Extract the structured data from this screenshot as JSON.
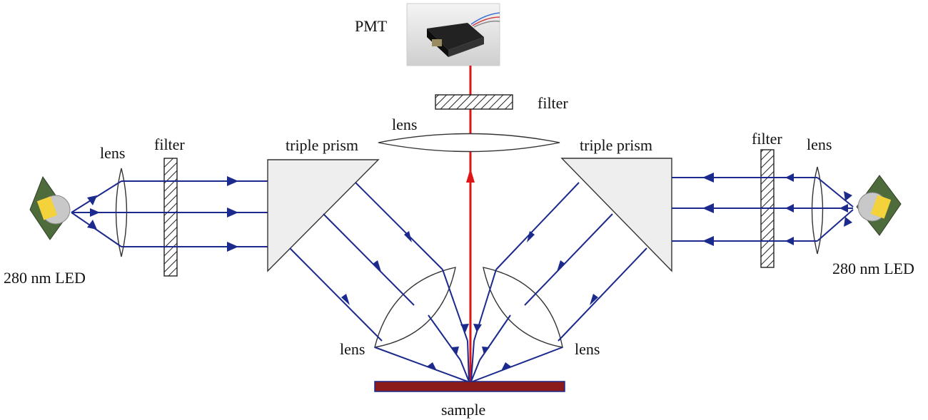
{
  "labels": {
    "pmt": "PMT",
    "filter_top": "filter",
    "lens_top": "lens",
    "prism_left": "triple prism",
    "prism_right": "triple prism",
    "filter_left": "filter",
    "filter_right": "filter",
    "lens_left": "lens",
    "lens_right": "lens",
    "led_left": "280 nm LED",
    "led_right": "280 nm LED",
    "lens_bottom_left": "lens",
    "lens_bottom_right": "lens",
    "sample": "sample"
  },
  "colors": {
    "uv_ray": "#1b2a8c",
    "emission_ray": "#e01414",
    "sample": "#8b1a1a",
    "prism_fill": "#eeeeee",
    "pmt_body": "#1a1a1a"
  }
}
